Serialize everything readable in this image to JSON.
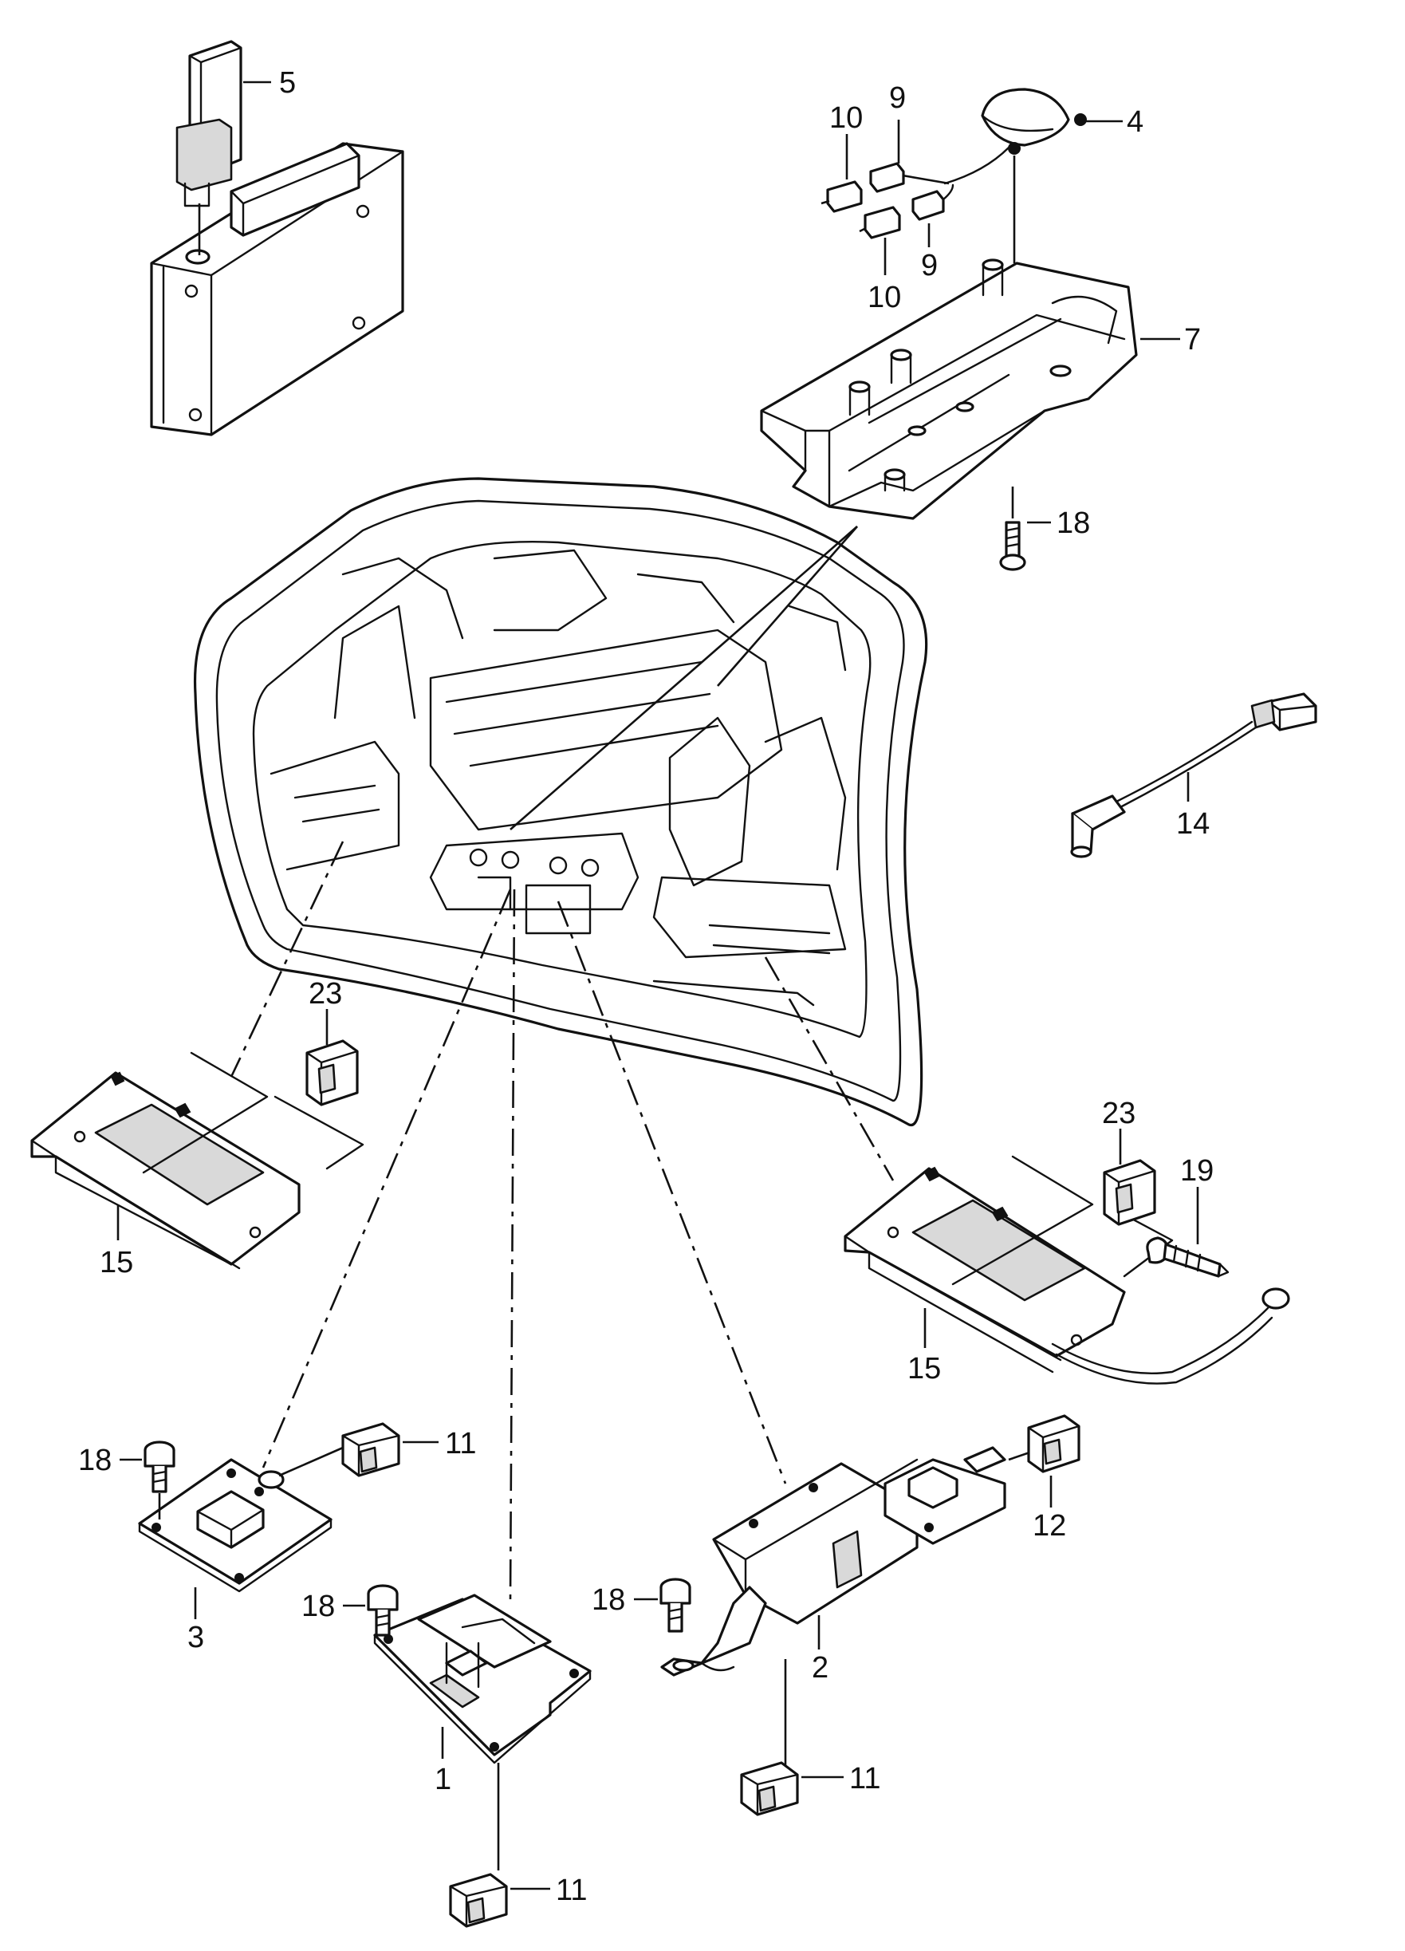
{
  "callouts": {
    "c1": "1",
    "c2": "2",
    "c3": "3",
    "c4": "4",
    "c5": "5",
    "c7": "7",
    "c9a": "9",
    "c9b": "9",
    "c10a": "10",
    "c10b": "10",
    "c11a": "11",
    "c11b": "11",
    "c11c": "11",
    "c12": "12",
    "c14": "14",
    "c15a": "15",
    "c15b": "15",
    "c18a": "18",
    "c18b": "18",
    "c18c": "18",
    "c18d": "18",
    "c19": "19",
    "c23a": "23",
    "c23b": "23"
  }
}
